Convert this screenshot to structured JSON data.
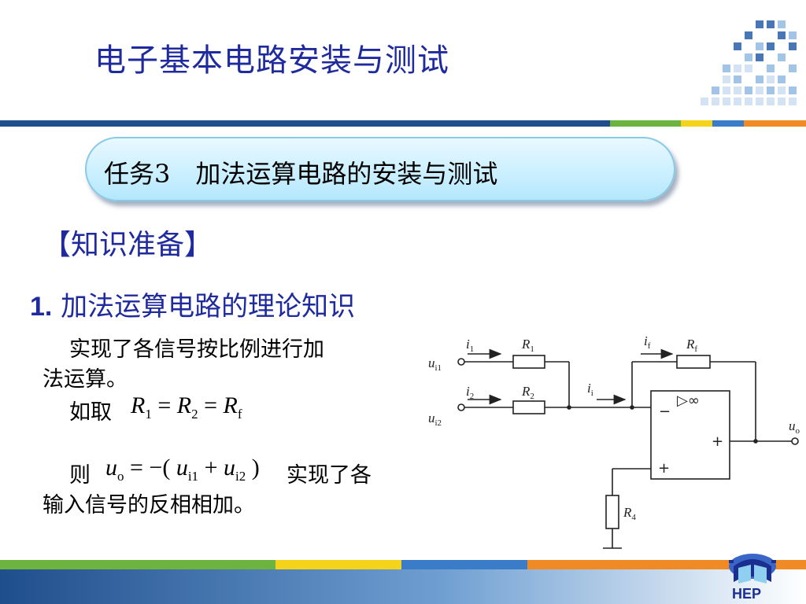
{
  "header": {
    "title": "电子基本电路安装与测试"
  },
  "task": {
    "label": "任务3　加法运算电路的安装与测试"
  },
  "section": {
    "title": "【知识准备】"
  },
  "subsection": {
    "number": "1.",
    "title": "加法运算电路的理论知识"
  },
  "body": {
    "line1": "实现了各信号按比例进行加",
    "line2": "法运算。",
    "line3_prefix": "如取",
    "formula1": {
      "r1": "R",
      "r1_sub": "1",
      "eq1": "=",
      "r2": "R",
      "r2_sub": "2",
      "eq2": "=",
      "rf": "R",
      "rf_sub": "f"
    },
    "line4_prefix": "则",
    "formula2": {
      "uo": "u",
      "uo_sub": "o",
      "eq": "= −(",
      "ui1": "u",
      "ui1_sub": "i1",
      "plus": "+",
      "ui2": "u",
      "ui2_sub": "i2",
      "close": ")"
    },
    "line4_suffix": "实现了各",
    "line5": "输入信号的反相相加。"
  },
  "circuit": {
    "labels": {
      "i1": "i",
      "i1_sub": "1",
      "R1": "R",
      "R1_sub": "1",
      "ui1": "u",
      "ui1_sub": "i1",
      "i2": "i",
      "i2_sub": "2",
      "R2": "R",
      "R2_sub": "2",
      "ui2": "u",
      "ui2_sub": "i2",
      "if": "i",
      "if_sub": "f",
      "Rf": "R",
      "Rf_sub": "f",
      "ii": "i",
      "ii_sub": "i",
      "opamp_symbol": "▷∞",
      "minus": "−",
      "plus_out": "+",
      "plus_in": "+",
      "uo": "u",
      "uo_sub": "o",
      "R4": "R",
      "R4_sub": "4"
    }
  },
  "footer": {
    "logo_text": "HEP"
  },
  "colors": {
    "title_blue": "#1e2a9e",
    "bar_blue": "#1f4e8c",
    "bar_green": "#6db33f",
    "bar_yellow": "#f5d31a",
    "bar_orange": "#f08a24",
    "pill_fill": "#c9efff"
  }
}
